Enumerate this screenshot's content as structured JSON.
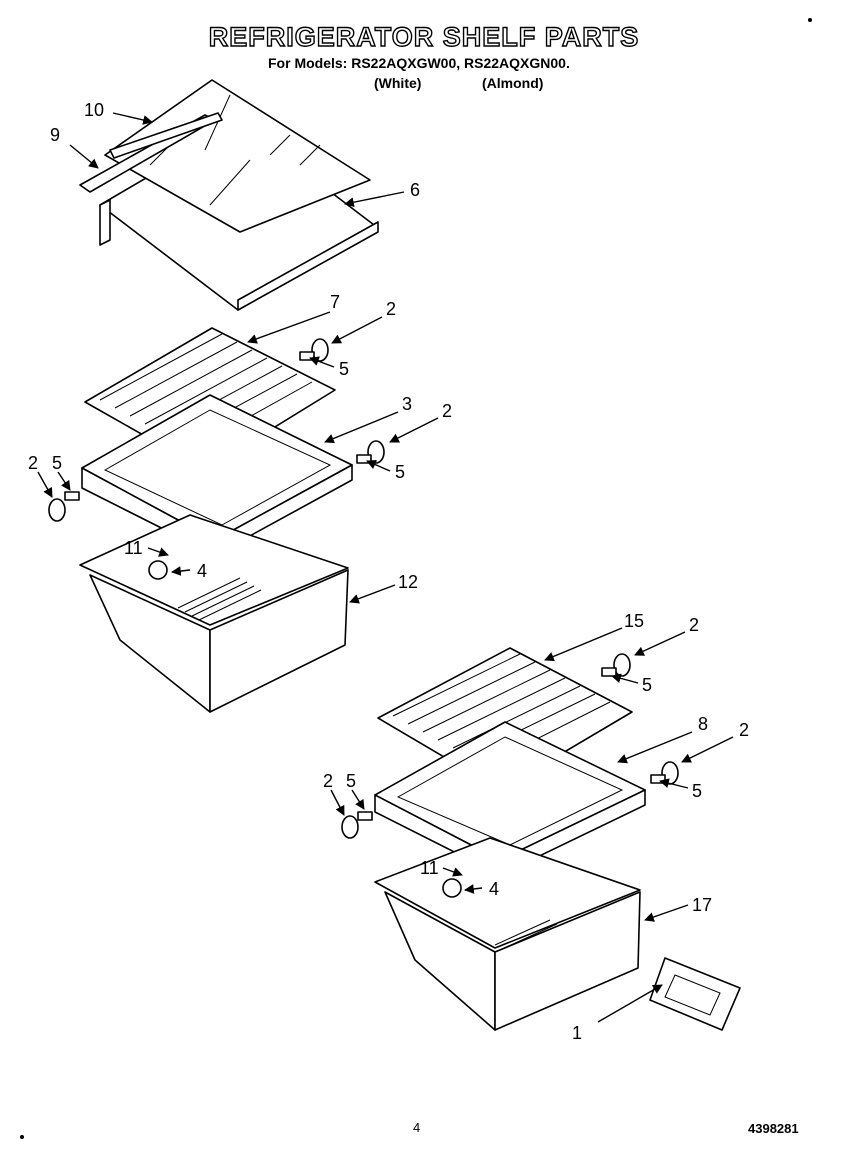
{
  "header": {
    "title": "REFRIGERATOR SHELF PARTS",
    "models": "For Models: RS22AQXGW00, RS22AQXGN00.",
    "variant_white": "(White)",
    "variant_almond": "(Almond)"
  },
  "callouts": {
    "c10": "10",
    "c9": "9",
    "c6": "6",
    "c7": "7",
    "c2a": "2",
    "c5a": "5",
    "c3": "3",
    "c2b": "2",
    "c5b": "5",
    "c2c": "2",
    "c5c": "5",
    "c11a": "11",
    "c4a": "4",
    "c12": "12",
    "c15": "15",
    "c2d": "2",
    "c5d": "5",
    "c8": "8",
    "c2e": "2",
    "c5e": "5",
    "c2f": "2",
    "c5f": "5",
    "c11b": "11",
    "c4b": "4",
    "c17": "17",
    "c1": "1"
  },
  "footer": {
    "page_number": "4",
    "document_number": "4398281"
  }
}
